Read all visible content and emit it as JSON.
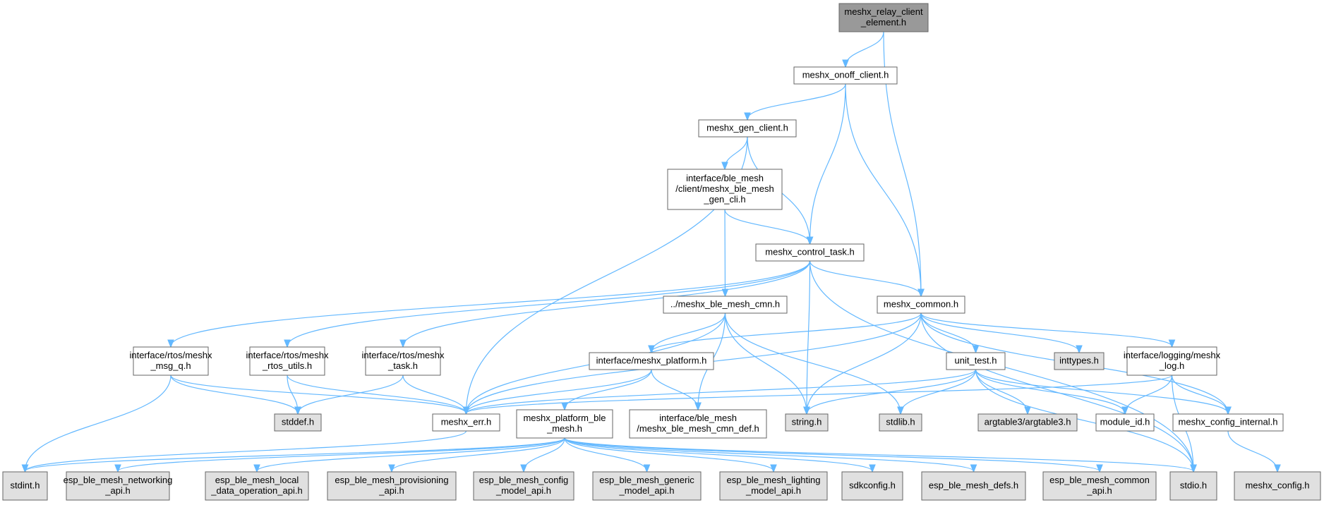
{
  "colors": {
    "root_fill": "#999999",
    "header_fill": "#ffffff",
    "system_fill": "#e0e0e0",
    "edge": "#63b8ff",
    "border": "#666666"
  },
  "nodes": [
    {
      "id": "root",
      "lines": [
        "meshx_relay_client",
        "_element.h"
      ],
      "kind": "root"
    },
    {
      "id": "onoff",
      "lines": [
        "meshx_onoff_client.h"
      ],
      "kind": "header"
    },
    {
      "id": "gen_client",
      "lines": [
        "meshx_gen_client.h"
      ],
      "kind": "header"
    },
    {
      "id": "gen_cli",
      "lines": [
        "interface/ble_mesh",
        "/client/meshx_ble_mesh",
        "_gen_cli.h"
      ],
      "kind": "header"
    },
    {
      "id": "control_task",
      "lines": [
        "meshx_control_task.h"
      ],
      "kind": "header"
    },
    {
      "id": "cmn",
      "lines": [
        "../meshx_ble_mesh_cmn.h"
      ],
      "kind": "header"
    },
    {
      "id": "common",
      "lines": [
        "meshx_common.h"
      ],
      "kind": "header"
    },
    {
      "id": "msg_q",
      "lines": [
        "interface/rtos/meshx",
        "_msg_q.h"
      ],
      "kind": "header"
    },
    {
      "id": "rtos_utils",
      "lines": [
        "interface/rtos/meshx",
        "_rtos_utils.h"
      ],
      "kind": "header"
    },
    {
      "id": "task",
      "lines": [
        "interface/rtos/meshx",
        "_task.h"
      ],
      "kind": "header"
    },
    {
      "id": "platform",
      "lines": [
        "interface/meshx_platform.h"
      ],
      "kind": "header"
    },
    {
      "id": "unit_test",
      "lines": [
        "unit_test.h"
      ],
      "kind": "header"
    },
    {
      "id": "inttypes",
      "lines": [
        "inttypes.h"
      ],
      "kind": "system"
    },
    {
      "id": "log",
      "lines": [
        "interface/logging/meshx",
        "_log.h"
      ],
      "kind": "header"
    },
    {
      "id": "stddef",
      "lines": [
        "stddef.h"
      ],
      "kind": "system"
    },
    {
      "id": "err",
      "lines": [
        "meshx_err.h"
      ],
      "kind": "header"
    },
    {
      "id": "platform_ble",
      "lines": [
        "meshx_platform_ble",
        "_mesh.h"
      ],
      "kind": "header"
    },
    {
      "id": "cmn_def",
      "lines": [
        "interface/ble_mesh",
        "/meshx_ble_mesh_cmn_def.h"
      ],
      "kind": "header"
    },
    {
      "id": "string",
      "lines": [
        "string.h"
      ],
      "kind": "system"
    },
    {
      "id": "stdlib",
      "lines": [
        "stdlib.h"
      ],
      "kind": "system"
    },
    {
      "id": "argtable",
      "lines": [
        "argtable3/argtable3.h"
      ],
      "kind": "system"
    },
    {
      "id": "module_id",
      "lines": [
        "module_id.h"
      ],
      "kind": "header"
    },
    {
      "id": "config_internal",
      "lines": [
        "meshx_config_internal.h"
      ],
      "kind": "header"
    },
    {
      "id": "stdint",
      "lines": [
        "stdint.h"
      ],
      "kind": "system"
    },
    {
      "id": "networking",
      "lines": [
        "esp_ble_mesh_networking",
        "_api.h"
      ],
      "kind": "system"
    },
    {
      "id": "local_data",
      "lines": [
        "esp_ble_mesh_local",
        "_data_operation_api.h"
      ],
      "kind": "system"
    },
    {
      "id": "provisioning",
      "lines": [
        "esp_ble_mesh_provisioning",
        "_api.h"
      ],
      "kind": "system"
    },
    {
      "id": "config_model",
      "lines": [
        "esp_ble_mesh_config",
        "_model_api.h"
      ],
      "kind": "system"
    },
    {
      "id": "generic_model",
      "lines": [
        "esp_ble_mesh_generic",
        "_model_api.h"
      ],
      "kind": "system"
    },
    {
      "id": "lighting_model",
      "lines": [
        "esp_ble_mesh_lighting",
        "_model_api.h"
      ],
      "kind": "system"
    },
    {
      "id": "sdkconfig",
      "lines": [
        "sdkconfig.h"
      ],
      "kind": "system"
    },
    {
      "id": "defs",
      "lines": [
        "esp_ble_mesh_defs.h"
      ],
      "kind": "system"
    },
    {
      "id": "common_api",
      "lines": [
        "esp_ble_mesh_common",
        "_api.h"
      ],
      "kind": "system"
    },
    {
      "id": "stdio",
      "lines": [
        "stdio.h"
      ],
      "kind": "system"
    },
    {
      "id": "config",
      "lines": [
        "meshx_config.h"
      ],
      "kind": "system"
    }
  ],
  "edges": [
    [
      "root",
      "onoff"
    ],
    [
      "root",
      "common"
    ],
    [
      "onoff",
      "gen_client"
    ],
    [
      "onoff",
      "control_task"
    ],
    [
      "onoff",
      "common"
    ],
    [
      "gen_client",
      "gen_cli"
    ],
    [
      "gen_client",
      "control_task"
    ],
    [
      "gen_client",
      "err"
    ],
    [
      "gen_cli",
      "control_task"
    ],
    [
      "gen_cli",
      "cmn"
    ],
    [
      "control_task",
      "common"
    ],
    [
      "control_task",
      "msg_q"
    ],
    [
      "control_task",
      "rtos_utils"
    ],
    [
      "control_task",
      "task"
    ],
    [
      "control_task",
      "string"
    ],
    [
      "control_task",
      "stdio"
    ],
    [
      "cmn",
      "platform"
    ],
    [
      "cmn",
      "err"
    ],
    [
      "cmn",
      "cmn_def"
    ],
    [
      "cmn",
      "string"
    ],
    [
      "cmn",
      "stdlib"
    ],
    [
      "common",
      "platform"
    ],
    [
      "common",
      "err"
    ],
    [
      "common",
      "string"
    ],
    [
      "common",
      "unit_test"
    ],
    [
      "common",
      "inttypes"
    ],
    [
      "common",
      "log"
    ],
    [
      "common",
      "config_internal"
    ],
    [
      "common",
      "stdio"
    ],
    [
      "msg_q",
      "stddef"
    ],
    [
      "msg_q",
      "err"
    ],
    [
      "msg_q",
      "stdint"
    ],
    [
      "rtos_utils",
      "stddef"
    ],
    [
      "rtos_utils",
      "err"
    ],
    [
      "task",
      "stddef"
    ],
    [
      "task",
      "err"
    ],
    [
      "platform",
      "err"
    ],
    [
      "platform",
      "platform_ble"
    ],
    [
      "platform",
      "cmn_def"
    ],
    [
      "unit_test",
      "err"
    ],
    [
      "unit_test",
      "string"
    ],
    [
      "unit_test",
      "stdlib"
    ],
    [
      "unit_test",
      "argtable"
    ],
    [
      "unit_test",
      "module_id"
    ],
    [
      "unit_test",
      "config_internal"
    ],
    [
      "unit_test",
      "stdio"
    ],
    [
      "log",
      "err"
    ],
    [
      "log",
      "module_id"
    ],
    [
      "log",
      "config_internal"
    ],
    [
      "log",
      "stdio"
    ],
    [
      "err",
      "stdint"
    ],
    [
      "platform_ble",
      "stdint"
    ],
    [
      "platform_ble",
      "networking"
    ],
    [
      "platform_ble",
      "local_data"
    ],
    [
      "platform_ble",
      "provisioning"
    ],
    [
      "platform_ble",
      "config_model"
    ],
    [
      "platform_ble",
      "generic_model"
    ],
    [
      "platform_ble",
      "lighting_model"
    ],
    [
      "platform_ble",
      "sdkconfig"
    ],
    [
      "platform_ble",
      "defs"
    ],
    [
      "platform_ble",
      "common_api"
    ],
    [
      "platform_ble",
      "stdio"
    ],
    [
      "config_internal",
      "config"
    ]
  ]
}
